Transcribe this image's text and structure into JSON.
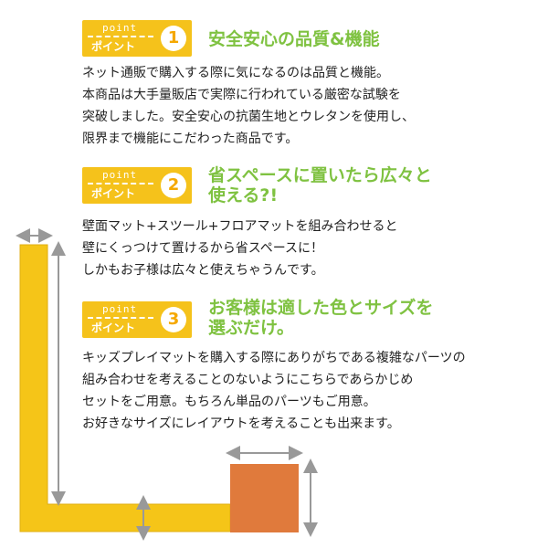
{
  "points": [
    {
      "badge_word": "point",
      "badge_label": "ポイント",
      "number": "1",
      "heading_lines": [
        "安全安心の品質&機能"
      ],
      "body_lines": [
        "ネット通販で購入する際に気になるのは品質と機能。",
        "本商品は大手量販店で実際に行われている厳密な試験を",
        "突破しました。安全安心の抗菌生地とウレタンを使用し、",
        "限界まで機能にこだわった商品です。"
      ]
    },
    {
      "badge_word": "point",
      "badge_label": "ポイント",
      "number": "2",
      "heading_lines": [
        "省スペースに置いたら広々と",
        "使える?!"
      ],
      "body_lines": [
        "壁面マット+スツール+フロアマットを組み合わせると",
        "壁にくっつけて置けるから省スペースに！",
        "しかもお子様は広々と使えちゃうんです。"
      ]
    },
    {
      "badge_word": "point",
      "badge_label": "ポイント",
      "number": "3",
      "heading_lines": [
        "お客様は適した色とサイズを",
        "選ぶだけ。"
      ],
      "body_lines": [
        "キッズプレイマットを購入する際にありがちである複雑なパーツの",
        "組み合わせを考えることのないようにこちらであらかじめ",
        "セットをご用意。もちろん単品のパーツもご用意。",
        "お好きなサイズにレイアウトを考えることも出来ます。"
      ]
    }
  ],
  "colors": {
    "badge": "#f5c21b",
    "heading": "#7fc241",
    "wall_mat": "#f5c518",
    "stool": "#e07a3c",
    "arrow": "#999999"
  }
}
